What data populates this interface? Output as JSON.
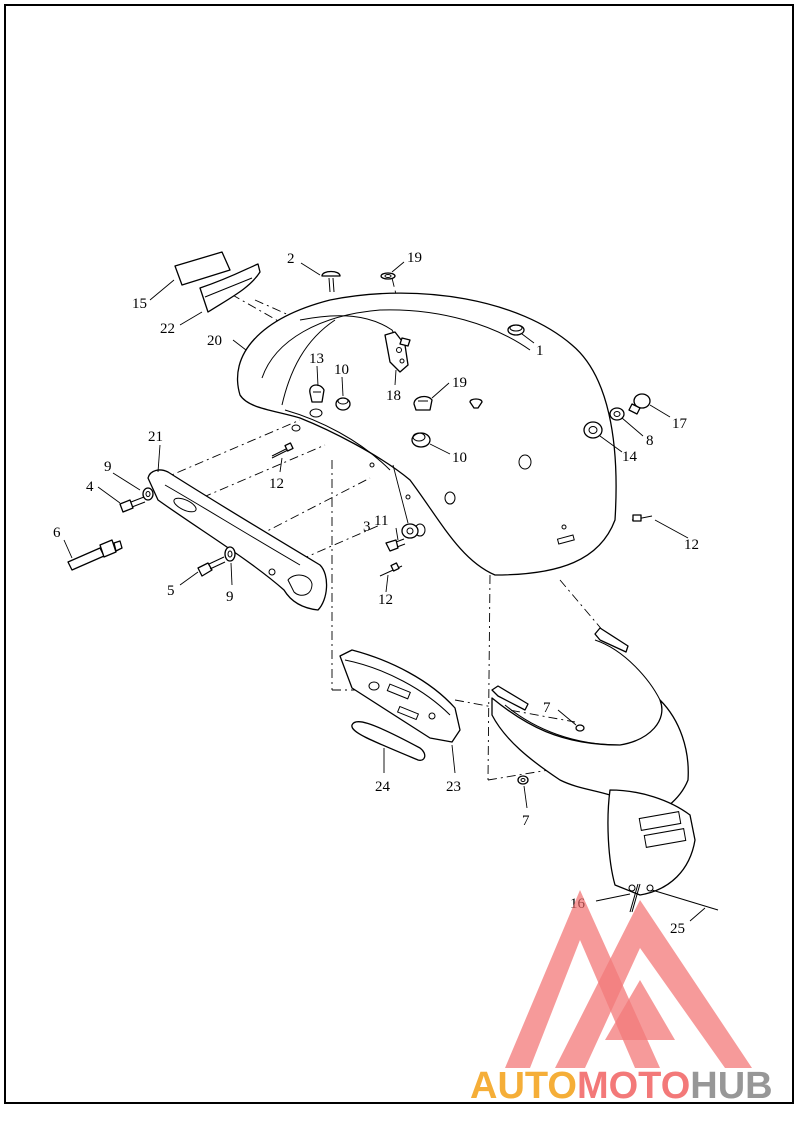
{
  "diagram": {
    "callouts": [
      "1",
      "2",
      "3",
      "4",
      "5",
      "6",
      "7",
      "8",
      "9",
      "10",
      "11",
      "12",
      "13",
      "14",
      "15",
      "16",
      "17",
      "18",
      "19",
      "20",
      "21",
      "22",
      "23",
      "24",
      "25"
    ]
  },
  "watermark": {
    "part1": "AUTO",
    "part2": "MOTO",
    "part3": "HUB",
    "colors": {
      "triangle": "#f26b6b",
      "orange": "#f5a623",
      "gray": "#8c8c8c"
    }
  }
}
